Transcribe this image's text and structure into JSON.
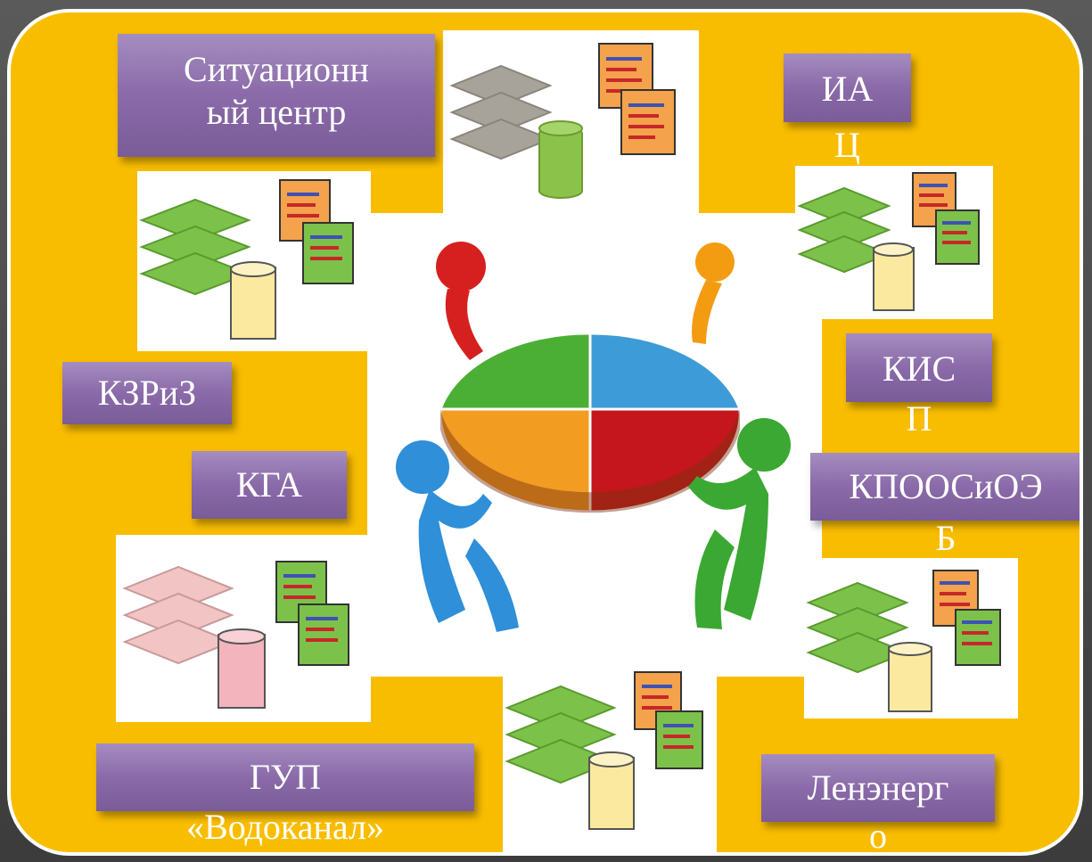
{
  "colors": {
    "background": "#4a4a4a",
    "panel": "#f9bd00",
    "panel_border": "#ffffff",
    "label_bg": "#8a6aa8",
    "label_text": "#ffffff"
  },
  "labels": {
    "situation_center_line1": "Ситуационн",
    "situation_center_line2": "ый центр",
    "iac_line1": "ИА",
    "iac_line2": "Ц",
    "kzriz": "КЗРиЗ",
    "kga": "КГА",
    "kisp_line1": "КИС",
    "kisp_line2": "П",
    "kpoos_line1": "КПООСиОЭ",
    "kpoos_line2": "Б",
    "gup_line1": "ГУП",
    "gup_line2": "«Водоканал»",
    "lenenergo_line1": "Ленэнерг",
    "lenenergo_line2": "о"
  },
  "icons": {
    "center": "puzzle-team-icon",
    "data_stack": "layers-documents-database-icon"
  }
}
